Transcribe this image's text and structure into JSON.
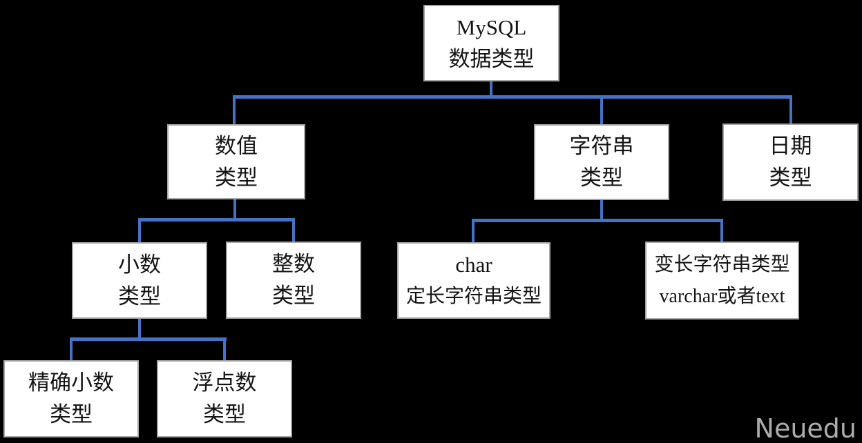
{
  "diagram_title": "MySQL 数据类型",
  "nodes": {
    "mysql": {
      "lines": [
        "MySQL",
        "数据类型"
      ]
    },
    "numeric": {
      "lines": [
        "数值",
        "类型"
      ]
    },
    "string": {
      "lines": [
        "字符串",
        "类型"
      ]
    },
    "date": {
      "lines": [
        "日期",
        "类型"
      ]
    },
    "decimal": {
      "lines": [
        "小数",
        "类型"
      ]
    },
    "integer": {
      "lines": [
        "整数",
        "类型"
      ]
    },
    "char": {
      "lines": [
        "char",
        "定长字符串类型"
      ]
    },
    "varchar": {
      "lines": [
        "变长字符串类型",
        "varchar或者text"
      ]
    },
    "exact_decimal": {
      "lines": [
        "精确小数",
        "类型"
      ]
    },
    "float": {
      "lines": [
        "浮点数",
        "类型"
      ]
    }
  },
  "edges": [
    {
      "from": "mysql",
      "to": "numeric"
    },
    {
      "from": "mysql",
      "to": "string"
    },
    {
      "from": "mysql",
      "to": "date"
    },
    {
      "from": "numeric",
      "to": "decimal"
    },
    {
      "from": "numeric",
      "to": "integer"
    },
    {
      "from": "string",
      "to": "char"
    },
    {
      "from": "string",
      "to": "varchar"
    },
    {
      "from": "decimal",
      "to": "exact_decimal"
    },
    {
      "from": "decimal",
      "to": "float"
    }
  ],
  "watermark": "Neuedu",
  "colors": {
    "background": "#000000",
    "box_fill": "#ffffff",
    "box_border": "#a6a6a6",
    "text": "#141414",
    "connector": "#4472c4",
    "watermark": "#acacac"
  }
}
